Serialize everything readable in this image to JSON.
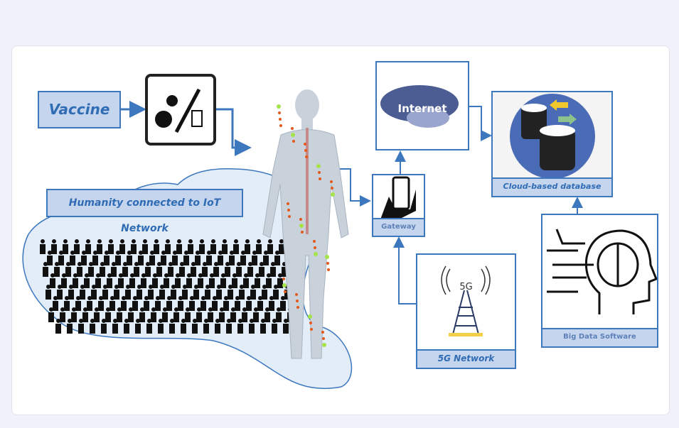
{
  "diagram": {
    "vaccine_label": "Vaccine",
    "humanity_label": "Humanity connected to IoT Network",
    "internet_label": "Internet",
    "gateway_label": "Gateway",
    "database_label": "Cloud-based database",
    "network_label": "5G Network",
    "network_icon_text": "5G",
    "bigdata_label": "Big Data Software"
  },
  "colors": {
    "accent": "#3d78bf",
    "label_fill": "#c6d5ee",
    "text": "#2f6cb4"
  }
}
